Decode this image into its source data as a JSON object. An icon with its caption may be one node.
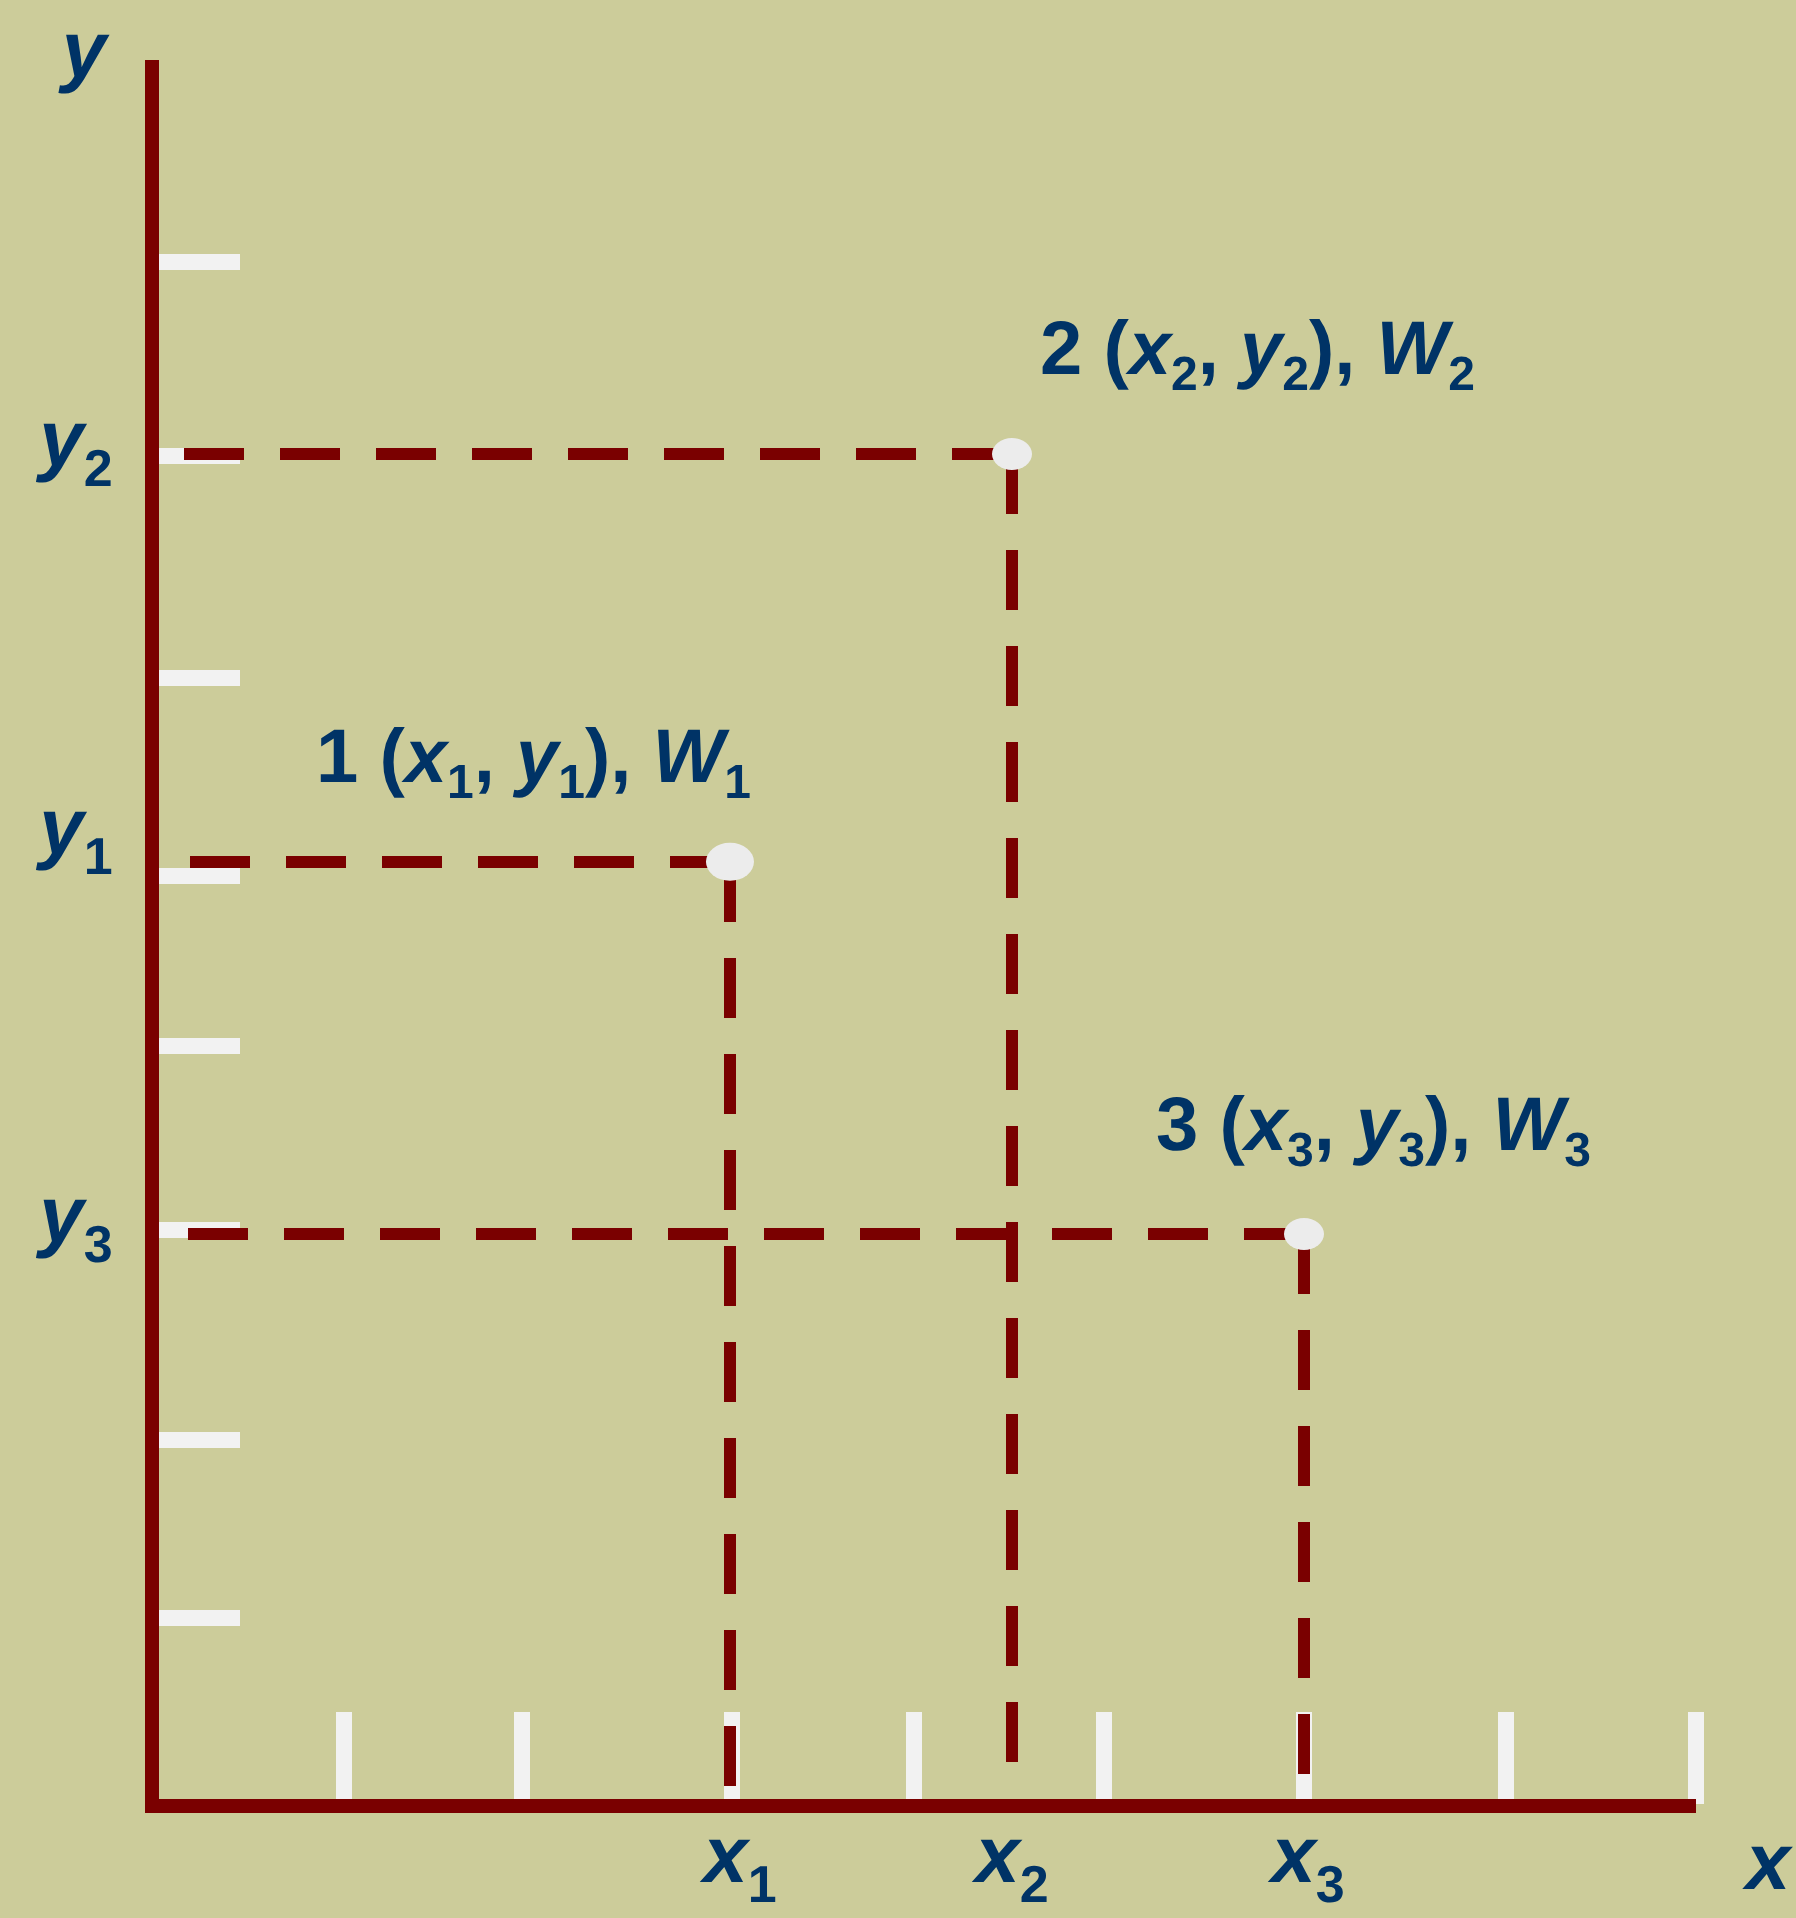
{
  "diagram": {
    "nodes": [
      {
        "text": [],
        "shape": "circle",
        "beside": [
          "1 (*x*$_{1}$, *y*$_{1}$), *W*$_{1}$"
        ]
      },
      {
        "text": [],
        "shape": "circle",
        "beside": [
          "2 (*x*$_{2}$, *y*$_{2}$), *W*$_{2}$"
        ]
      },
      {
        "text": [],
        "shape": "circle",
        "beside": [
          "3 (*x*$_{3}$, *y*$_{3}$), *W*$_{3}$"
        ]
      }
    ],
    "edges": [],
    "labels": [
      "y",
      "y$_{2}$",
      "y$_{1}$",
      "y$_{3}$",
      "x$_{1}$",
      "x$_{2}$",
      "x$_{3}$",
      "x"
    ]
  }
}
